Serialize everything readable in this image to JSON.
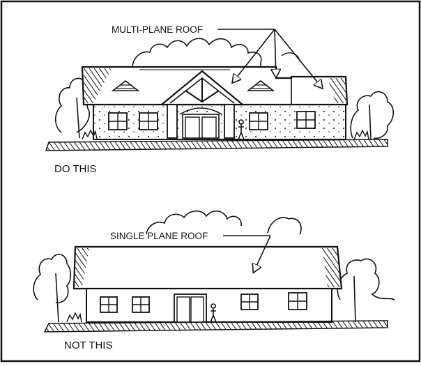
{
  "panels": {
    "top": {
      "callout": "MULTI-PLANE ROOF",
      "caption": "DO THIS"
    },
    "bottom": {
      "callout": "SINGLE PLANE ROOF",
      "caption": "NOT THIS"
    }
  },
  "style": {
    "ink": "#111111",
    "paper": "#ffffff"
  }
}
